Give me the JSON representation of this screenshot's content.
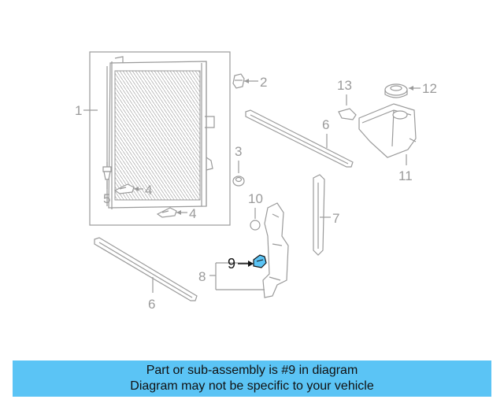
{
  "callouts": {
    "c1": "1",
    "c2": "2",
    "c3": "3",
    "c4a": "4",
    "c4b": "4",
    "c5": "5",
    "c6a": "6",
    "c6b": "6",
    "c7": "7",
    "c8": "8",
    "c9": "9",
    "c10": "10",
    "c11": "11",
    "c12": "12",
    "c13": "13"
  },
  "highlight_color": "#5bc4f5",
  "banner": {
    "line1": "Part or sub-assembly is #9 in diagram",
    "line2": "Diagram may not be specific to your vehicle"
  }
}
